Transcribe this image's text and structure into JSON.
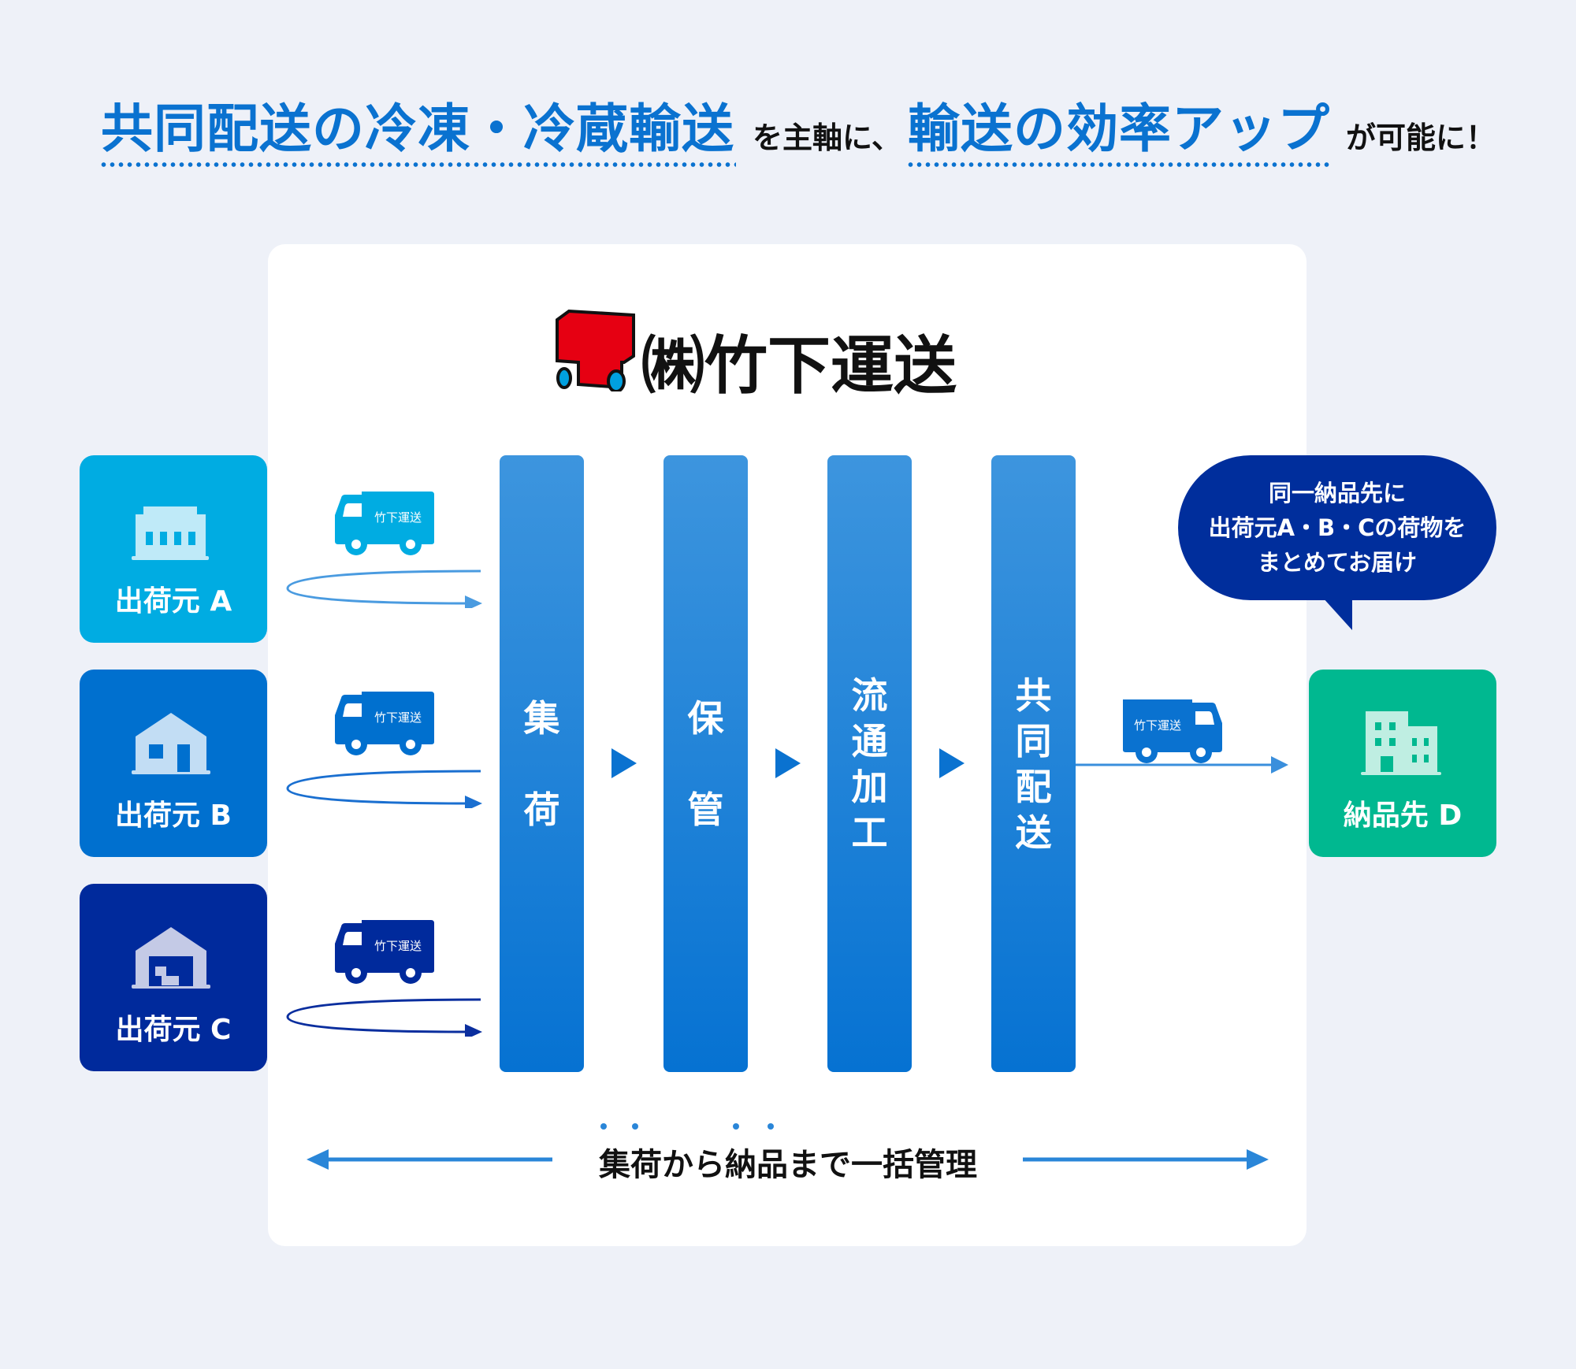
{
  "headline": {
    "part1": "共同配送の冷凍・冷蔵輸送",
    "part2": "を主軸に、",
    "part3": "輸送の効率アップ",
    "part4": "が可能に！"
  },
  "logo": {
    "text": "㈱竹下運送"
  },
  "sources": [
    {
      "label": "出荷元 A",
      "color": "#00ace2"
    },
    {
      "label": "出荷元 B",
      "color": "#0070cf"
    },
    {
      "label": "出荷元 C",
      "color": "#002a9c"
    }
  ],
  "truck_label": "竹下運送",
  "process": [
    {
      "label": "集\n\n荷"
    },
    {
      "label": "保\n\n管"
    },
    {
      "label": "流\n通\n加\n工"
    },
    {
      "label": "共\n同\n配\n送"
    }
  ],
  "bubble": {
    "lines": [
      "同一納品先に",
      "出荷元A・B・Cの荷物を",
      "まとめてお届け"
    ]
  },
  "destination": {
    "label": "納品先 D",
    "color": "#00b890"
  },
  "bottom": {
    "text": "集荷から納品まで一括管理"
  }
}
